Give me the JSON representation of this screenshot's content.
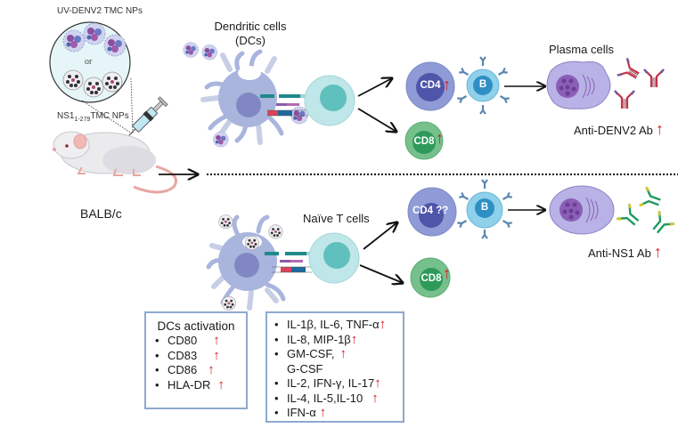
{
  "injection": {
    "np_top_label": "UV-DENV2 TMC NPs",
    "or_label": "or",
    "np_bottom_label_main": "NS1",
    "np_bottom_label_sub": "1-279",
    "np_bottom_label_rest": "TMC NPs",
    "mouse_label": "BALB/c"
  },
  "top_pathway": {
    "dc_label_line1": "Dendritic cells",
    "dc_label_line2": "(DCs)",
    "cd4_label": "CD4",
    "cd4_status": "up",
    "cd8_label": "CD8",
    "cd8_status": "up",
    "b_label": "B",
    "plasma_label": "Plasma cells",
    "antibody_label": "Anti-DENV2 Ab",
    "antibody_status": "up"
  },
  "bottom_pathway": {
    "tcell_label": "Naïve T cells",
    "cd4_label": "CD4 ??",
    "cd8_label": "CD8",
    "cd8_status": "up",
    "b_label": "B",
    "antibody_label": "Anti-NS1 Ab",
    "antibody_status": "up"
  },
  "dc_activation_box": {
    "title": "DCs activation",
    "items": [
      {
        "label": "CD80",
        "status": "up"
      },
      {
        "label": "CD83",
        "status": "up"
      },
      {
        "label": "CD86",
        "status": "up"
      },
      {
        "label": "HLA-DR",
        "status": "up"
      }
    ]
  },
  "cytokine_box": {
    "items": [
      {
        "label": "IL-1β, IL-6, TNF-α",
        "status": "up"
      },
      {
        "label": "IL-8, MIP-1β",
        "status": "up"
      },
      {
        "label": "GM-CSF,",
        "status": "up",
        "continuation": "G-CSF"
      },
      {
        "label": "IL-2, IFN-γ, IL-17",
        "status": "up"
      },
      {
        "label": "IL-4, IL-5,IL-10",
        "status": "up"
      },
      {
        "label": "IFN-α",
        "status": "up"
      }
    ]
  },
  "symbols": {
    "up_arrow": "↑"
  },
  "colors": {
    "up_arrow": "#d71920",
    "dc_body": "#a9b5dd",
    "dc_nucleus": "#8087c2",
    "tcell_body": "#bfe6e8",
    "tcell_nucleus": "#5fc0bd",
    "cd4_outer": "#8e9bd6",
    "cd4_inner": "#4f55a8",
    "cd8_outer": "#76c08b",
    "cd8_inner": "#2e9a5a",
    "bcell_outer": "#8fd0ea",
    "bcell_inner": "#2f8fc4",
    "plasma_body": "#b8b2e6",
    "plasma_nucleus": "#8a5fb5",
    "antibody_denv2": "#c2334a",
    "antibody_ns1": "#1f9a60",
    "box_border": "#8fa9cf"
  }
}
